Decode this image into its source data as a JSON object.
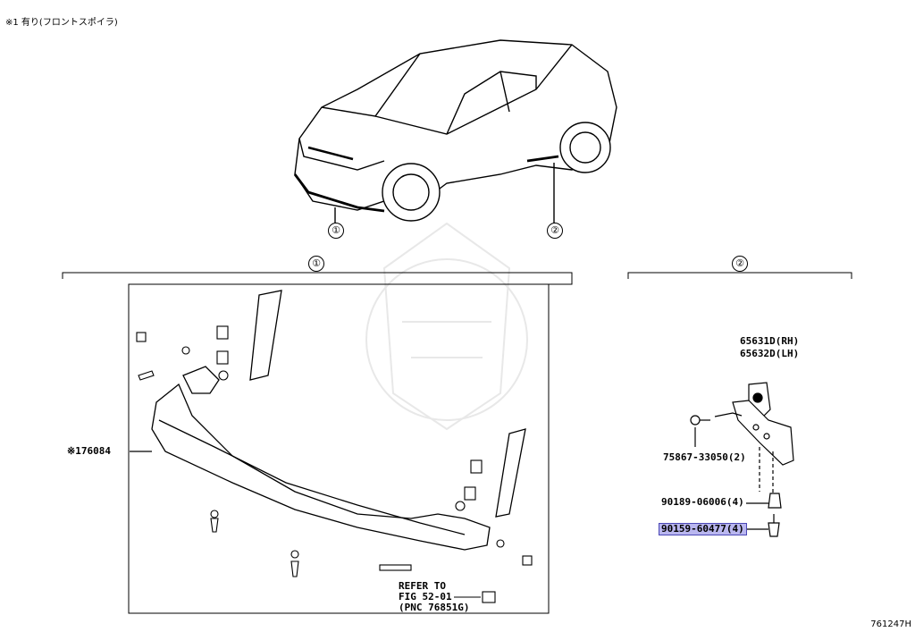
{
  "note": "※1 有り(フロントスポイラ)",
  "figure_id": "761247H",
  "callouts": {
    "c1": "①",
    "c2": "②"
  },
  "parts": {
    "spoiler": "※176084",
    "bracket_rh": "65631D(RH)",
    "bracket_lh": "65632D(LH)",
    "clip": "75867-33050(2)",
    "nut": "90189-06006(4)",
    "bolt": "90159-60477(4)",
    "refer_line1": "REFER TO",
    "refer_line2": "FIG 52-01",
    "refer_line3": "(PNC 76851G)"
  }
}
